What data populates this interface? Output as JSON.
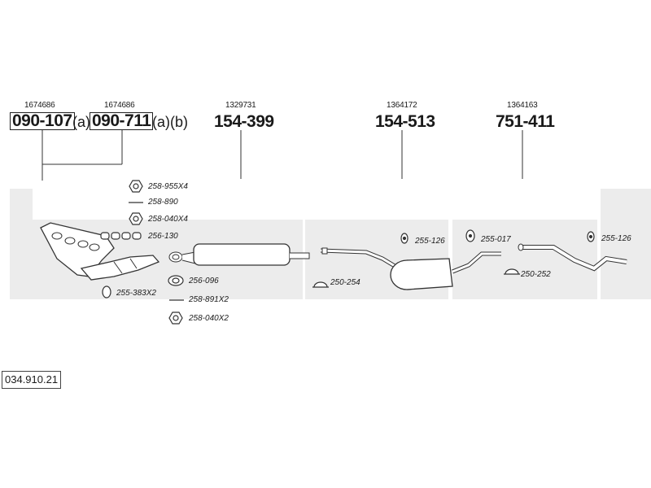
{
  "diagram": {
    "catalog_number": "034.910.21",
    "assemblies": [
      {
        "ref": "1674686",
        "part": "090-107",
        "suffix": "(a)"
      },
      {
        "ref": "1674686",
        "part": "090-711",
        "suffix": "(a)(b)"
      },
      {
        "ref": "1329731",
        "part": "154-399",
        "suffix": ""
      },
      {
        "ref": "1364172",
        "part": "154-513",
        "suffix": ""
      },
      {
        "ref": "1364163",
        "part": "751-411",
        "suffix": ""
      }
    ],
    "fittings": [
      {
        "code": "258-955X4",
        "icon": "nut-icon"
      },
      {
        "code": "258-890",
        "icon": "bolt-icon"
      },
      {
        "code": "258-040X4",
        "icon": "nut-icon"
      },
      {
        "code": "256-130",
        "icon": "gasket-icon"
      },
      {
        "code": "255-383X2",
        "icon": "spring-icon"
      },
      {
        "code": "256-096",
        "icon": "gasket-icon"
      },
      {
        "code": "258-891X2",
        "icon": "bolt-icon"
      },
      {
        "code": "258-040X2",
        "icon": "nut-icon"
      },
      {
        "code": "255-126",
        "icon": "rubber-mount-icon"
      },
      {
        "code": "250-254",
        "icon": "clamp-icon"
      },
      {
        "code": "255-017",
        "icon": "rubber-mount-icon"
      },
      {
        "code": "250-252",
        "icon": "clamp-icon"
      },
      {
        "code": "255-126",
        "icon": "rubber-mount-icon"
      }
    ]
  }
}
